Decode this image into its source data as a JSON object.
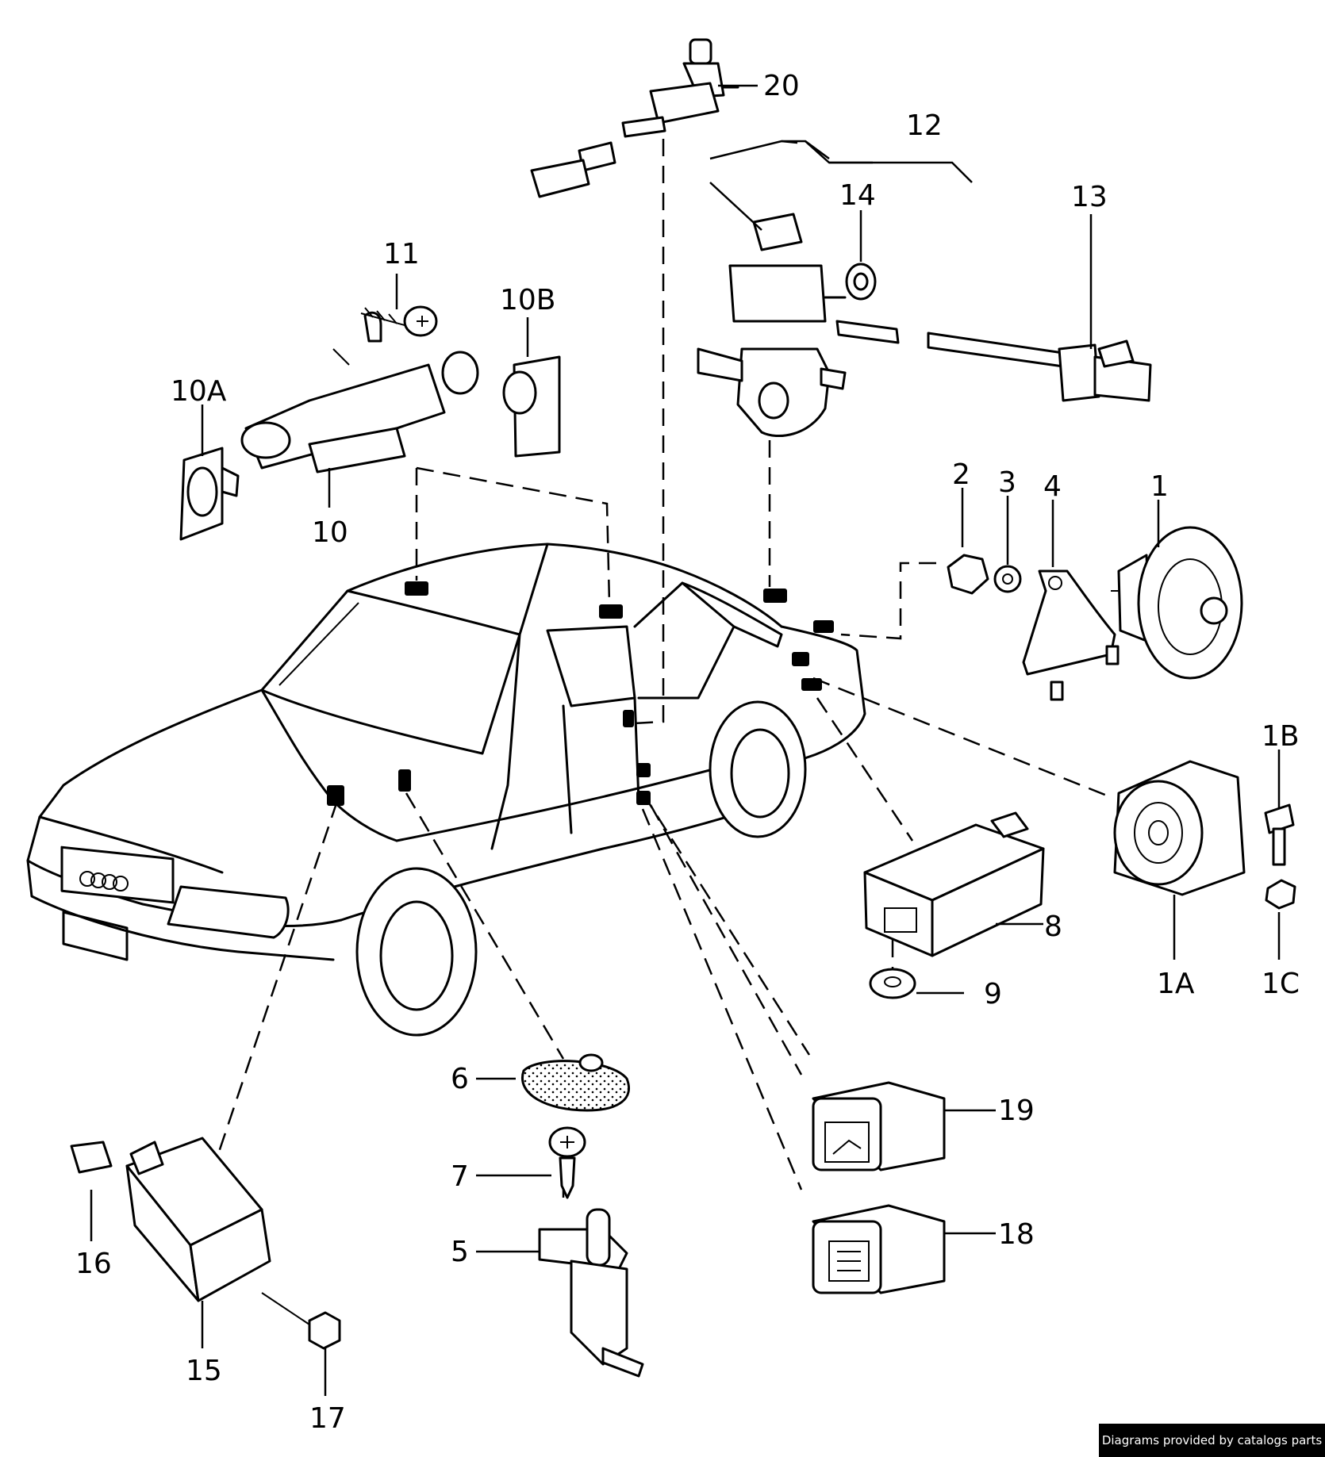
{
  "callouts": {
    "c1": "1",
    "c1A": "1A",
    "c1B": "1B",
    "c1C": "1C",
    "c2": "2",
    "c3": "3",
    "c4": "4",
    "c5": "5",
    "c6": "6",
    "c7": "7",
    "c8": "8",
    "c9": "9",
    "c10": "10",
    "c10A": "10A",
    "c10B": "10B",
    "c11": "11",
    "c12": "12",
    "c13": "13",
    "c14": "14",
    "c15": "15",
    "c16": "16",
    "c17": "17",
    "c18": "18",
    "c19": "19",
    "c20": "20"
  },
  "footer": {
    "text": "Diagrams provided by catalogs parts"
  }
}
